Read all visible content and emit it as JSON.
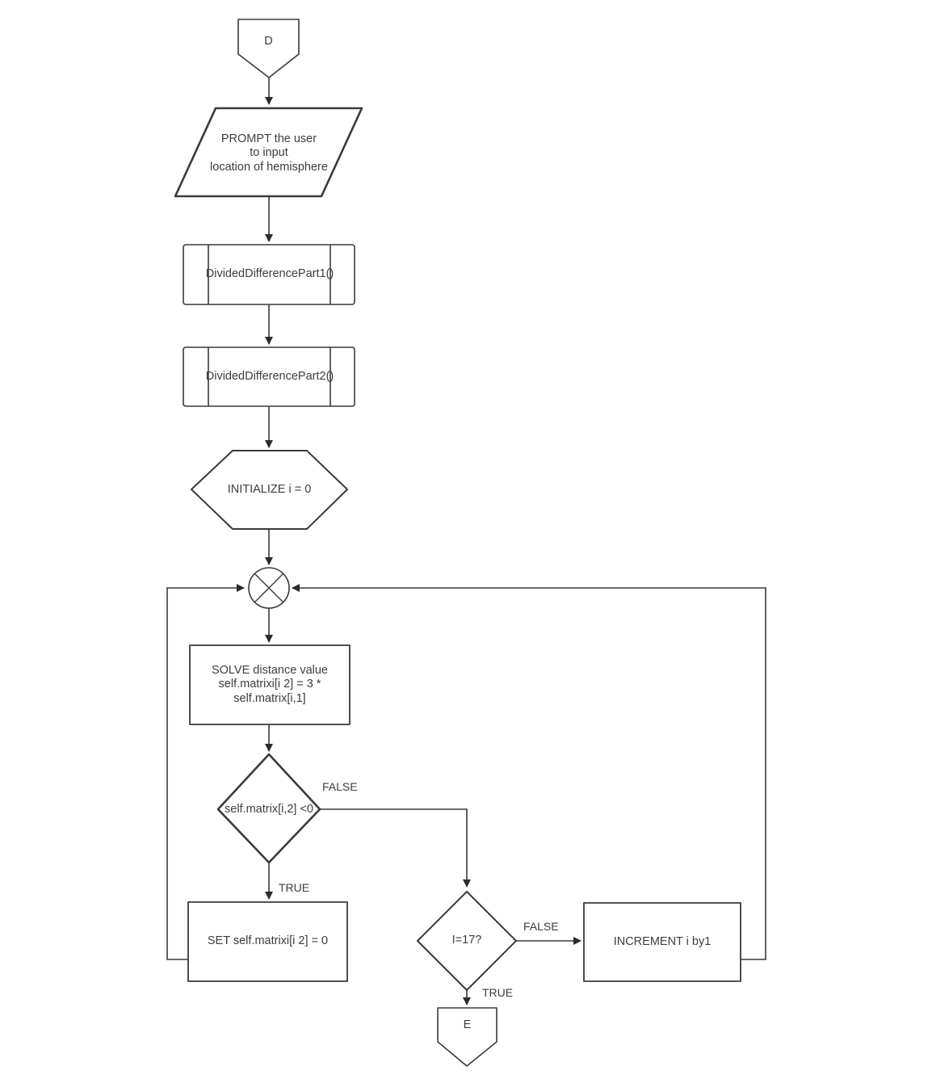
{
  "colors": {
    "background": "#ffffff",
    "stroke": "#3a3a3a",
    "text": "#3d3d3d"
  },
  "nodes": {
    "connector_d": {
      "type": "off-page-connector",
      "label": "D"
    },
    "prompt": {
      "type": "input-output",
      "label": "PROMPT the user\nto input\nlocation of hemisphere"
    },
    "part1": {
      "type": "predefined-process",
      "label": "DividedDifferencePart1()"
    },
    "part2": {
      "type": "predefined-process",
      "label": "DividedDifferencePart2()"
    },
    "initialize": {
      "type": "preparation",
      "label": "INITIALIZE i = 0"
    },
    "junction": {
      "type": "summing-junction",
      "label": ""
    },
    "solve": {
      "type": "process",
      "label": "SOLVE distance value\nself.matrixi[i 2] = 3 *\nself.matrix[i,1]"
    },
    "check_negative": {
      "type": "decision",
      "label": "self.matrix[i,2] <0"
    },
    "set_zero": {
      "type": "process",
      "label": "SET self.matrixi[i 2] = 0"
    },
    "check_i": {
      "type": "decision",
      "label": "I=17?"
    },
    "increment": {
      "type": "process",
      "label": "INCREMENT i by1"
    },
    "connector_e": {
      "type": "off-page-connector",
      "label": "E"
    }
  },
  "edge_labels": {
    "check_negative_false": "FALSE",
    "check_negative_true": "TRUE",
    "check_i_false": "FALSE",
    "check_i_true": "TRUE"
  }
}
